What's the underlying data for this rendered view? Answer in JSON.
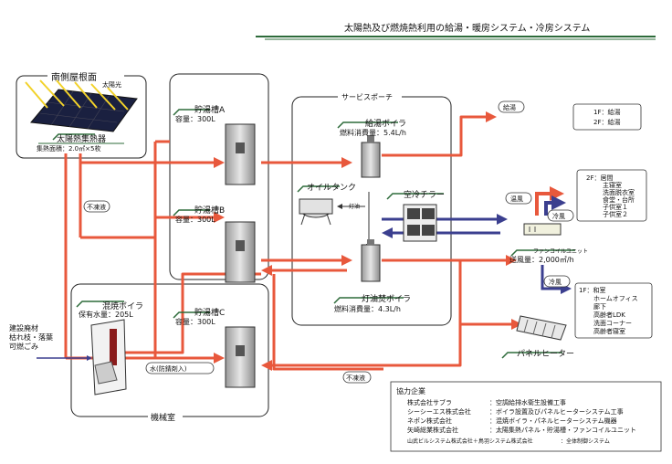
{
  "title": "太陽熱及び燃焼熱利用の給湯・暖房システム・冷房システム",
  "roof": {
    "label": "南側屋根面",
    "sun": "太陽光"
  },
  "collector": {
    "name": "太陽熱集熱器",
    "spec": "集熱面積：2.0㎡×5枚"
  },
  "tanks": [
    {
      "name": "貯湯槽A",
      "cap": "容量：300L"
    },
    {
      "name": "貯湯槽B",
      "cap": "容量：300L"
    },
    {
      "name": "貯湯槽C",
      "cap": "容量：300L"
    }
  ],
  "mixed_boiler": {
    "name": "混焼ボイラ",
    "cap": "保有水量：205L"
  },
  "fuel_input": {
    "line1": "建設廃材",
    "line2": "枯れ枝・落葉",
    "line3": "可燃ごみ"
  },
  "porch_label": "サービスポーチ",
  "supply_boiler": {
    "name": "給湯ボイラ",
    "spec": "燃料消費量：5.4L/h"
  },
  "oil_tank": {
    "name": "オイルタンク",
    "pipe": "灯油"
  },
  "chiller": {
    "name": "空冷チラー"
  },
  "kerosene_boiler": {
    "name": "灯油焚ボイラ",
    "spec": "燃料消費量：4.3L/h"
  },
  "machine_room_label": "機械室",
  "antifreeze_1": "不凍液",
  "antifreeze_2": "不凍液",
  "water_label": "水(防錆剤入)",
  "hot_water_label": "給湯",
  "hot_water_box": [
    "1F：給湯",
    "2F：給湯"
  ],
  "warm_label": "温風",
  "cold_label": "冷風",
  "fcu": {
    "name": "ファンコイルユニット",
    "spec": "送風量：2,000㎥/h"
  },
  "floor2_rooms": [
    "2F：居間",
    "主寝室",
    "洗面脱衣室",
    "食堂・台所",
    "子供室１",
    "子供室２"
  ],
  "cold2_label": "冷風",
  "floor1_rooms": [
    "1F：和室",
    "ホームオフィス",
    "廊下",
    "高齢者LDK",
    "洗面コーナー",
    "高齢者寝室"
  ],
  "panel_heater": "パネルヒーター",
  "partners": {
    "heading": "協力企業",
    "rows": [
      {
        "company": "株式会社サブラ",
        "role": "：空調給排水衛生設備工事"
      },
      {
        "company": "シーシーエス株式会社",
        "role": "：ボイラ設置及びパネルヒーターシステム工事"
      },
      {
        "company": "ネポン株式会社",
        "role": "：混焼ボイラ・パネルヒーターシステム機器"
      },
      {
        "company": "矢崎総業株式会社",
        "role": "：太陽集熱パネル・貯湯槽・ファンコイルユニット"
      },
      {
        "company": "山武ビルシステム株式会社＋鳥羽システム株式会社",
        "role": "：全体制御システム"
      }
    ]
  },
  "colors": {
    "pipe_hot": "#e8583c",
    "pipe_cold": "#3b3f8f",
    "accent_green": "#2d6b3a"
  }
}
